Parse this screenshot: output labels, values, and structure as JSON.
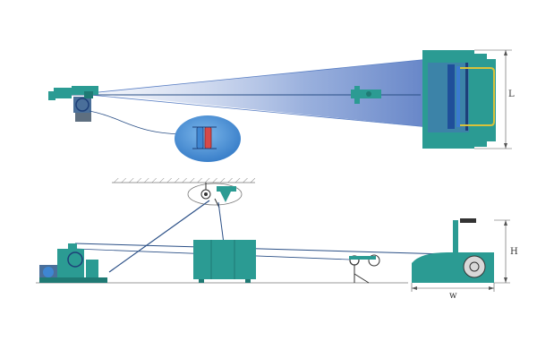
{
  "diagram": {
    "top_view": {
      "label_length": "L"
    },
    "side_view": {
      "label_height": "H",
      "label_width": "w"
    }
  },
  "colors": {
    "teal": "#2b9b93",
    "teal_light": "#5fb6ae",
    "teal_dark": "#1f7a74",
    "cone_blue": "#5a7fc4",
    "circle_blue": "#3e86d2",
    "wire": "#2a4f86",
    "roller_red": "#d54a4a",
    "dim_line": "#555555",
    "handle_yellow": "#d9c23a"
  }
}
